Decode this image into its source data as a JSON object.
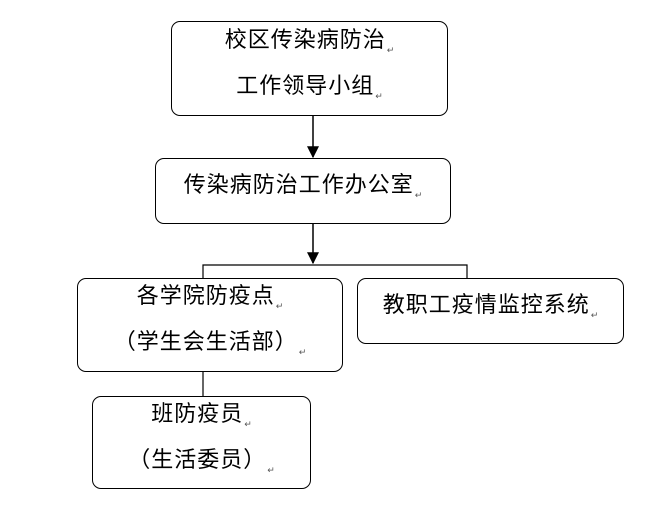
{
  "diagram": {
    "nodes": {
      "leading_group": {
        "line1": "校区传染病防治",
        "line2": "工作领导小组"
      },
      "office": {
        "line1": "传染病防治工作办公室"
      },
      "college": {
        "line1": "各学院防疫点",
        "line2": "（学生会生活部）"
      },
      "staff": {
        "line1": "教职工疫情监控系统"
      },
      "class": {
        "line1": "班防疫员",
        "line2": "（生活委员）"
      }
    },
    "paragraph_mark": "↵",
    "edges": [
      {
        "from": "leading_group",
        "to": "office",
        "arrow": true
      },
      {
        "from": "office",
        "to": "college",
        "arrow": false
      },
      {
        "from": "office",
        "to": "staff",
        "arrow": false
      },
      {
        "from": "college",
        "to": "class",
        "arrow": false
      }
    ],
    "colors": {
      "stroke": "#000000",
      "background": "#ffffff",
      "mark": "#555555"
    }
  }
}
